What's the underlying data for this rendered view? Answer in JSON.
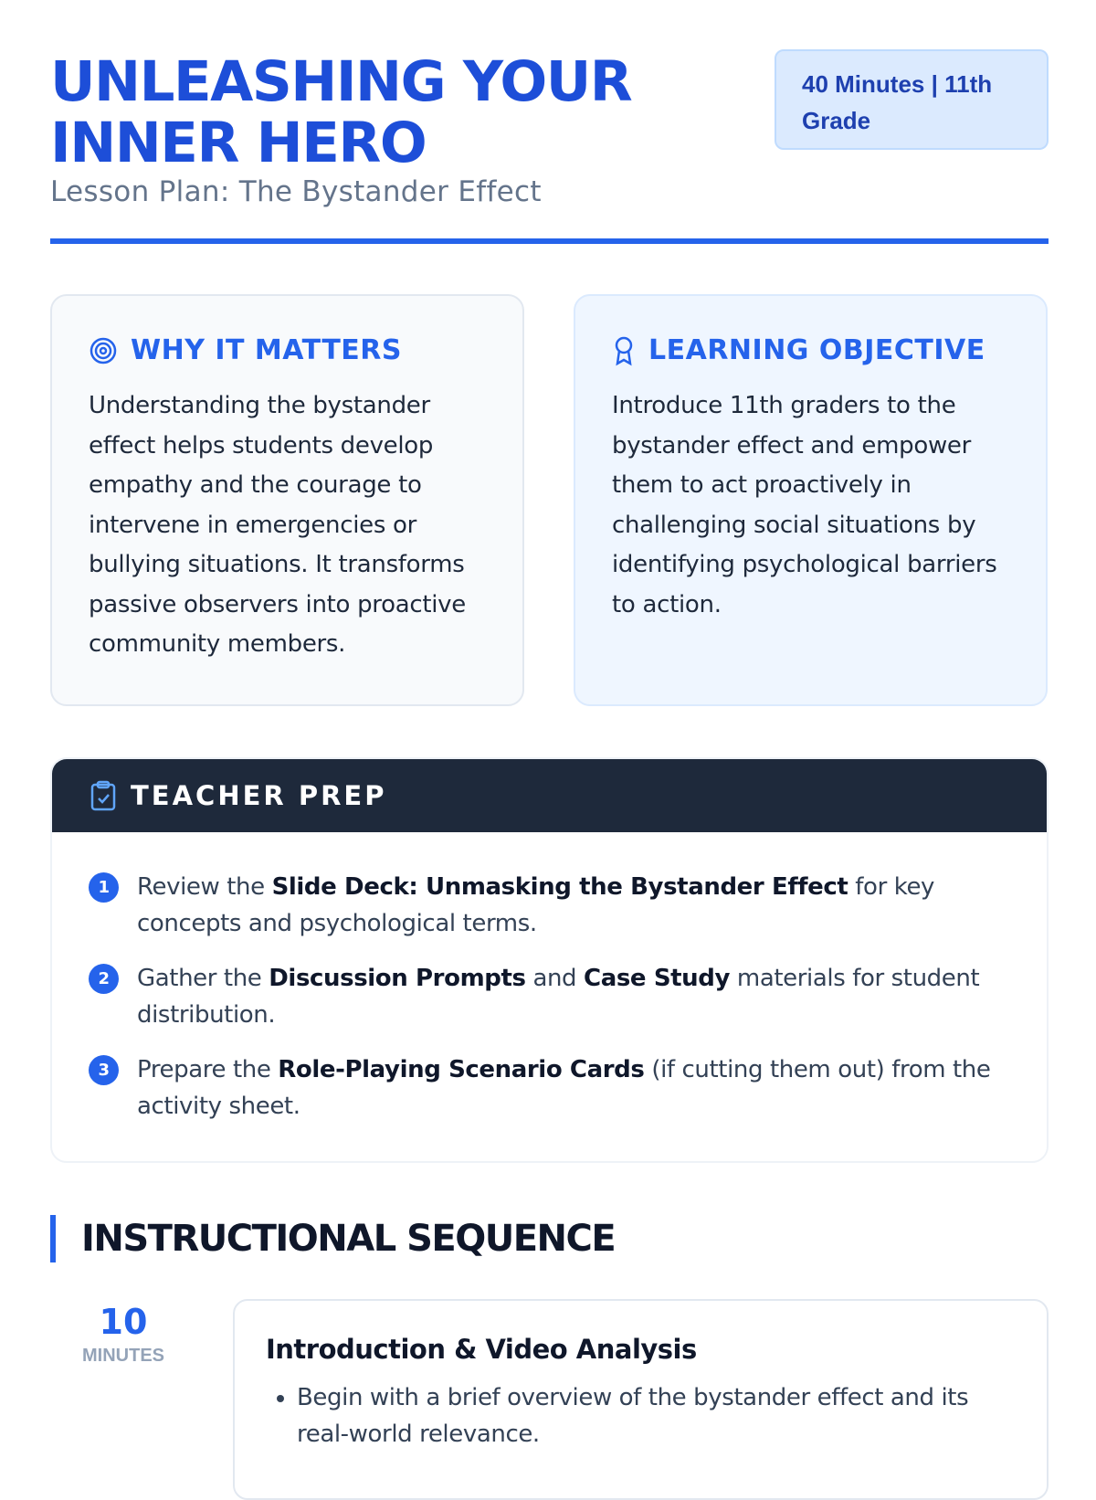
{
  "header": {
    "title": "UNLEASHING YOUR INNER HERO",
    "subtitle": "Lesson Plan: The Bystander Effect",
    "badge": "40 Minutes | 11th Grade"
  },
  "why": {
    "icon": "target-icon",
    "title": "WHY IT MATTERS",
    "body": "Understanding the bystander effect helps students develop empathy and the courage to intervene in emergencies or bullying situations. It transforms passive observers into proactive community members."
  },
  "objective": {
    "icon": "award-icon",
    "title": "LEARNING OBJECTIVE",
    "body": "Introduce 11th graders to the bystander effect and empower them to act proactively in challenging social situations by identifying psychological barriers to action."
  },
  "prep": {
    "icon": "clipboard-check-icon",
    "title": "TEACHER PREP",
    "items": [
      {
        "n": "1",
        "a": "Review the ",
        "b": "Slide Deck: Unmasking the Bystander Effect",
        "c": " for key concepts and psychological terms."
      },
      {
        "n": "2",
        "a": "Gather the ",
        "b": "Discussion Prompts",
        "c": " and ",
        "d": "Case Study",
        "e": " materials for student distribution."
      },
      {
        "n": "3",
        "a": "Prepare the ",
        "b": "Role-Playing Scenario Cards",
        "c": " (if cutting them out) from the activity sheet."
      }
    ]
  },
  "sequence": {
    "title": "INSTRUCTIONAL SEQUENCE",
    "steps": [
      {
        "minutes": "10",
        "unit": "MINUTES",
        "title": "Introduction & Video Analysis",
        "bullets": [
          "Begin with a brief overview of the bystander effect and its real-world relevance."
        ]
      }
    ]
  }
}
